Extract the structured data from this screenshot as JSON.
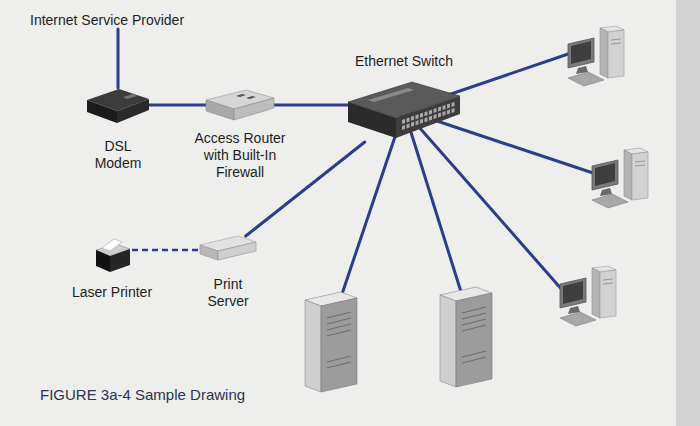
{
  "diagram": {
    "caption": "FIGURE 3a-4 Sample Drawing",
    "nodes": [
      {
        "text": [
          "Internet Service Provider"
        ]
      },
      {
        "text": [
          "DSL Modem"
        ]
      },
      {
        "text": [
          "Access Router with Built-In Firewall"
        ]
      },
      {
        "text": [
          "Ethernet Switch"
        ]
      },
      {
        "text": [
          "Laser Printer"
        ]
      },
      {
        "text": [
          "Print Server"
        ]
      }
    ],
    "edges": [
      {
        "from": 0,
        "to": 1,
        "arrow": "none"
      },
      {
        "from": 1,
        "to": 2,
        "arrow": "none"
      },
      {
        "from": 2,
        "to": 3,
        "arrow": "none"
      },
      {
        "from": 3,
        "to": 5,
        "arrow": "none"
      },
      {
        "from": 4,
        "to": 5,
        "arrow": "none"
      }
    ]
  }
}
